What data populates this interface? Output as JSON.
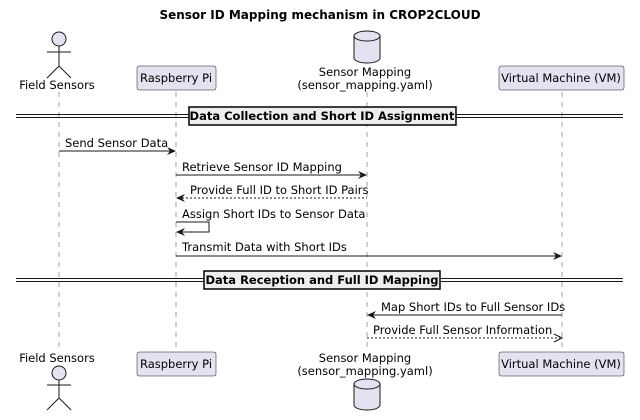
{
  "title": "Sensor ID Mapping mechanism in CROP2CLOUD",
  "participants": [
    {
      "id": "field",
      "type": "actor",
      "label_lines": [
        "Field Sensors"
      ]
    },
    {
      "id": "rpi",
      "type": "participant",
      "label_lines": [
        "Raspberry Pi"
      ]
    },
    {
      "id": "map",
      "type": "database",
      "label_lines": [
        "Sensor Mapping",
        "(sensor_mapping.yaml)"
      ]
    },
    {
      "id": "vm",
      "type": "participant",
      "label_lines": [
        "Virtual Machine (VM)"
      ]
    }
  ],
  "dividers": [
    {
      "label": "Data Collection and Short ID Assignment"
    },
    {
      "label": "Data Reception and Full ID Mapping"
    }
  ],
  "messages": [
    {
      "from": "field",
      "to": "rpi",
      "label": "Send Sensor Data",
      "style": "solid"
    },
    {
      "from": "rpi",
      "to": "map",
      "label": "Retrieve Sensor ID Mapping",
      "style": "solid"
    },
    {
      "from": "map",
      "to": "rpi",
      "label": "Provide Full ID to Short ID Pairs",
      "style": "dashed"
    },
    {
      "from": "rpi",
      "to": "rpi",
      "label": "Assign Short IDs to Sensor Data",
      "style": "solid"
    },
    {
      "from": "rpi",
      "to": "vm",
      "label": "Transmit Data with Short IDs",
      "style": "solid"
    },
    {
      "from": "vm",
      "to": "map",
      "label": "Map Short IDs to Full Sensor IDs",
      "style": "solid"
    },
    {
      "from": "map",
      "to": "vm",
      "label": "Provide Full Sensor Information",
      "style": "dashed"
    }
  ],
  "colors": {
    "participant_fill": "#e2e2f0",
    "stroke": "#181818",
    "lifeline": "#a0a0a0",
    "divider_fill": "#eeeeee"
  }
}
